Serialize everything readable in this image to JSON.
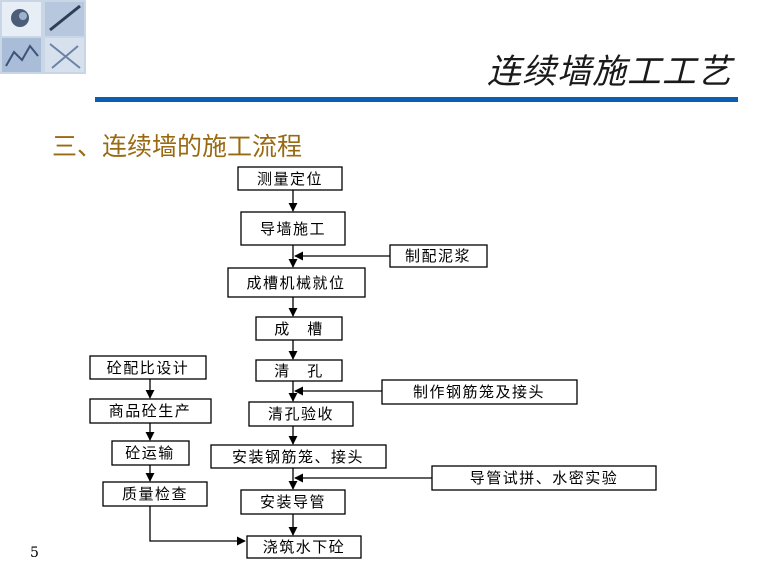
{
  "slide": {
    "title": "连续墙施工工艺",
    "heading": "三、连续墙的施工流程",
    "page_number": "5"
  },
  "flow": {
    "main_steps": [
      "测量定位",
      "导墙施工",
      "成槽机械就位",
      "成　槽",
      "清　孔",
      "清孔验收",
      "安装钢筋笼、接头",
      "安装导管",
      "浇筑水下砼"
    ],
    "side_inputs": [
      "制配泥浆",
      "制作钢筋笼及接头",
      "导管试拼、水密实验"
    ],
    "concrete_steps": [
      "砼配比设计",
      "商品砼生产",
      "砼运输",
      "质量检查"
    ]
  },
  "colors": {
    "accent_rule": "#0b5fb0",
    "heading": "#9a6a12"
  }
}
